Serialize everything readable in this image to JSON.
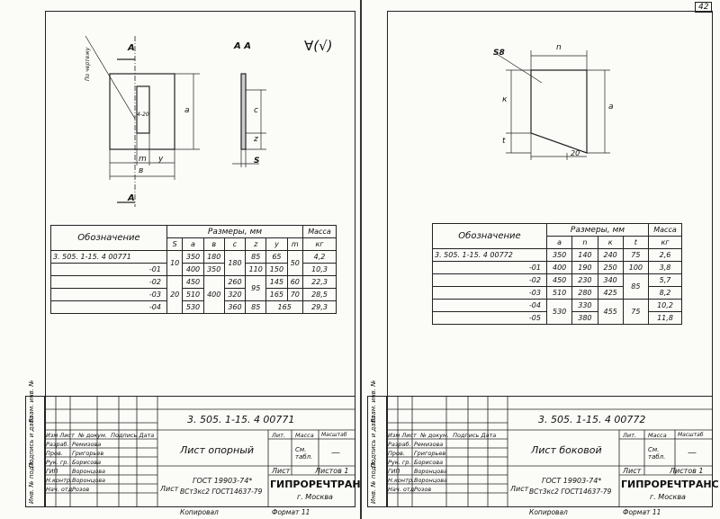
{
  "page_number": "42",
  "left": {
    "drawing": {
      "section_letter": "А",
      "section_title": "А  А",
      "roughness": "∀(√)",
      "vertical_note": "По чертежу",
      "dims": {
        "a": "a",
        "b": "в",
        "c": "c",
        "z": "z",
        "s": "S",
        "m": "m",
        "y": "y"
      },
      "weld_label": "4-20"
    },
    "table": {
      "h_designation": "Обозначение",
      "h_sizes": "Размеры,   мм",
      "h_mass": "Масса",
      "h_mass_unit": "кг",
      "cols": [
        "S",
        "a",
        "в",
        "c",
        "z",
        "y",
        "m"
      ],
      "rows": [
        {
          "d": "3. 505. 1-15. 4  00771",
          "a": "350",
          "b": "180",
          "y": "65",
          "mass": "4,2"
        },
        {
          "d": "-01",
          "a": "400",
          "b": "350",
          "z": "110",
          "y": "150",
          "mass": "10,3"
        },
        {
          "d": "-02",
          "a": "450",
          "c": "260",
          "z": "145",
          "y": "60",
          "mass": "22,3"
        },
        {
          "d": "-03",
          "a": "510",
          "c": "320",
          "y": "165",
          "m": "70",
          "mass": "28,5"
        },
        {
          "d": "-04",
          "a": "530",
          "c": "360",
          "z": "85",
          "y": "165",
          "mass": "29,3"
        }
      ],
      "merged": {
        "s1": "10",
        "s2": "20",
        "c01": "180",
        "z01": "85",
        "z23": "95",
        "m01": "50",
        "b24": "400"
      }
    },
    "title_block": {
      "code": "3. 505. 1-15. 4    00771",
      "name": "Лист  опорный",
      "material_line1": "ГОСТ 19903-74*",
      "material_line2": "ВСт3кс2 ГОСТ14637-79",
      "material_prefix": "Лист",
      "lit": "Лит.",
      "mass": "Масса",
      "scale": "Масштаб",
      "mass_val": "См. табл.",
      "scale_val": "—",
      "sheet": "Лист",
      "sheets": "Листов 1",
      "org": "ГИПРОРЕЧТРАНС",
      "city": "г. Москва",
      "copied": "Копировал",
      "format": "Формат  11"
    }
  },
  "right": {
    "drawing": {
      "s_label": "S8",
      "dims": {
        "n": "n",
        "k": "к",
        "a": "a",
        "t": "t",
        "twenty": "20"
      }
    },
    "table": {
      "h_designation": "Обозначение",
      "h_sizes": "Размеры,   мм",
      "h_mass": "Масса",
      "h_mass_unit": "кг",
      "cols": [
        "a",
        "n",
        "к",
        "t"
      ],
      "rows": [
        {
          "d": "3. 505. 1-15. 4  00772",
          "a": "350",
          "n": "140",
          "k": "240",
          "t": "75",
          "mass": "2,6"
        },
        {
          "d": "-01",
          "a": "400",
          "n": "190",
          "k": "250",
          "t": "100",
          "mass": "3,8"
        },
        {
          "d": "-02",
          "a": "450",
          "n": "230",
          "k": "340",
          "mass": "5,7"
        },
        {
          "d": "-03",
          "a": "510",
          "n": "280",
          "k": "425",
          "mass": "8,2"
        },
        {
          "d": "-04",
          "n": "330",
          "mass": "10,2"
        },
        {
          "d": "-05",
          "n": "380",
          "mass": "11,8"
        }
      ],
      "merged": {
        "t23": "85",
        "a45": "530",
        "k45": "455",
        "t45": "75"
      }
    },
    "title_block": {
      "code": "3. 505. 1-15. 4    00772",
      "name": "Лист  боковой",
      "material_line1": "ГОСТ 19903-74*",
      "material_line2": "ВСт3кс2 ГОСТ14637-79",
      "material_prefix": "Лист",
      "lit": "Лит.",
      "mass": "Масса",
      "scale": "Масштаб",
      "mass_val": "См. табл.",
      "scale_val": "—",
      "sheet": "Лист",
      "sheets": "Листов 1",
      "org": "ГИПРОРЕЧТРАНС",
      "city": "г. Москва",
      "copied": "Копировал",
      "format": "Формат  11"
    }
  },
  "stamp_rows": {
    "header": [
      "Изм",
      "Лист",
      "№ докум.",
      "Подпись",
      "Дата"
    ],
    "roles": [
      "Разраб.",
      "Пров.",
      "Рук. гр.",
      "ГИП",
      "Н.контр.",
      "Нач. отд."
    ],
    "names": [
      "Ремизова",
      "Григорьев",
      "Борисова",
      "Воронцова",
      "Воронцова",
      "Розов"
    ]
  },
  "margin_labels": [
    "Инв. № подл.",
    "Подпись и дата",
    "Взам. инв. №"
  ]
}
